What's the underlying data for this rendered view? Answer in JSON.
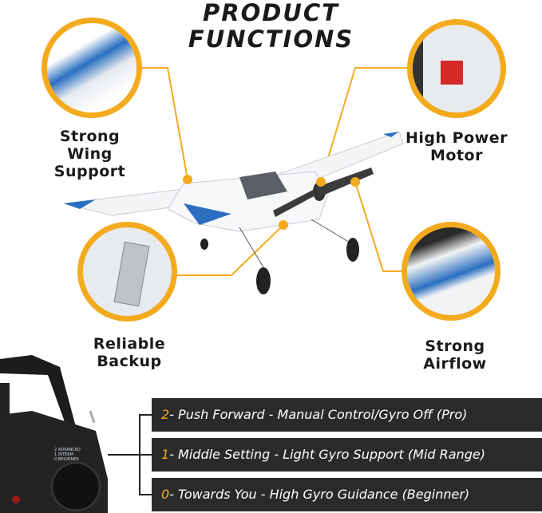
{
  "header": {
    "line1": "PRODUCT",
    "line2": "FUNCTIONS"
  },
  "features": [
    {
      "label_line1": "Strong",
      "label_line2": "Wing",
      "label_line3": "Support",
      "icon": "wing-closeup"
    },
    {
      "label_line1": "High Power",
      "label_line2": "Motor",
      "icon": "motor-closeup"
    },
    {
      "label_line1": "Reliable",
      "label_line2": "Backup",
      "icon": "battery-closeup"
    },
    {
      "label_line1": "Strong",
      "label_line2": "Airflow",
      "icon": "propeller-closeup"
    }
  ],
  "controller": {
    "switch_labels": [
      {
        "num": "2",
        "text": "ADVANCED"
      },
      {
        "num": "1",
        "text": "INTERM"
      },
      {
        "num": "0",
        "text": "BEGINNER"
      }
    ]
  },
  "modes": [
    {
      "num": "2",
      "text": "- Push Forward - Manual Control/Gyro Off (Pro)"
    },
    {
      "num": "1",
      "text": "- Middle Setting - Light Gyro Support (Mid Range)"
    },
    {
      "num": "0",
      "text": "- Towards You - High Gyro Guidance (Beginner)"
    }
  ],
  "colors": {
    "accent": "#f3ab1d",
    "bar": "#2b2a29",
    "plane_blue": "#2a6fc0"
  }
}
